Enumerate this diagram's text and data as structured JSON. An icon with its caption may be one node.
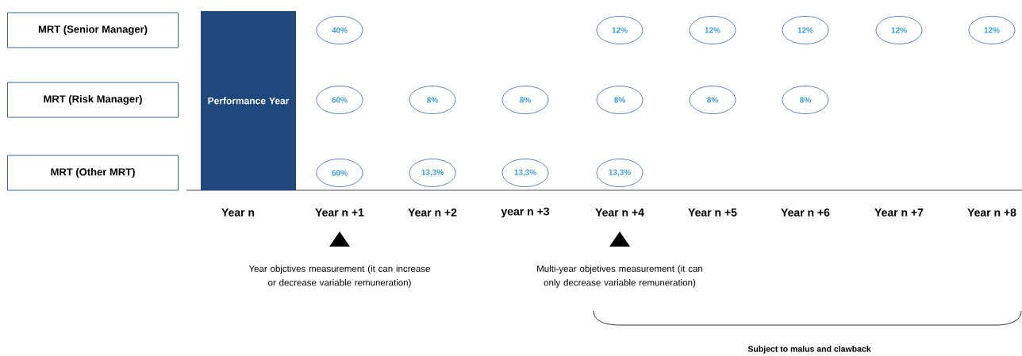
{
  "diagram": {
    "nodes": [
      {
        "text": [
          "MRT (Senior Manager)"
        ]
      },
      {
        "text": [
          "MRT (Risk Manager)"
        ]
      },
      {
        "text": [
          "MRT (Other MRT)"
        ]
      },
      {
        "text": [
          "Performance Year"
        ]
      },
      {
        "text": [
          "40%"
        ]
      },
      {
        "text": [
          "12%"
        ]
      },
      {
        "text": [
          "12%"
        ]
      },
      {
        "text": [
          "12%"
        ]
      },
      {
        "text": [
          "12%"
        ]
      },
      {
        "text": [
          "12%"
        ]
      },
      {
        "text": [
          "60%"
        ]
      },
      {
        "text": [
          "8%"
        ]
      },
      {
        "text": [
          "8%"
        ]
      },
      {
        "text": [
          "8%"
        ]
      },
      {
        "text": [
          "8%"
        ]
      },
      {
        "text": [
          "8%"
        ]
      },
      {
        "text": [
          "60%"
        ]
      },
      {
        "text": [
          "13,3%"
        ]
      },
      {
        "text": [
          "13,3%"
        ]
      },
      {
        "text": [
          "13,3%"
        ]
      }
    ],
    "labels": [
      "Year n",
      "Year n +1",
      "Year n +2",
      "year n +3",
      "Year n +4",
      "Year n +5",
      "Year n +6",
      "Year n +7",
      "Year n +8",
      "Year objctives measurement (it can increase or decrease variable remuneration)",
      "Multi-year objetives measurement (it can only decrease variable remuneration)",
      "Subject to malus and clawback"
    ]
  }
}
